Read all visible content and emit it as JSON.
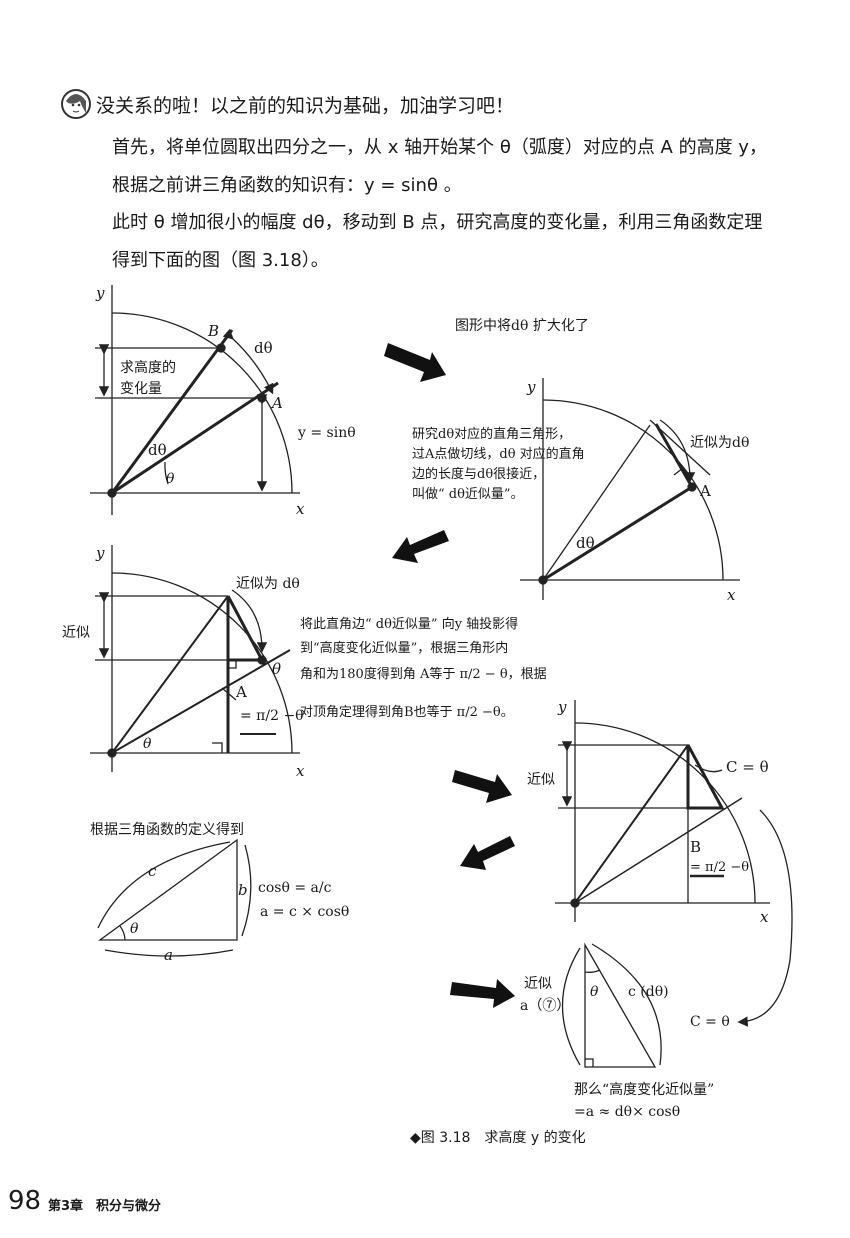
{
  "intro": {
    "speaker_line": "没关系的啦！以之前的知识为基础，加油学习吧！",
    "lines": [
      "首先，将单位圆取出四分之一，从 x 轴开始某个 θ（弧度）对应的点 A 的高度 y，",
      "根据之前讲三角函数的知识有：y = sinθ 。",
      "此时 θ 增加很小的幅度 dθ，移动到 B 点，研究高度的变化量，利用三角函数定理",
      "得到下面的图（图 3.18）。"
    ]
  },
  "fig1": {
    "y": "y",
    "x": "x",
    "B": "B",
    "A": "A",
    "dtheta": "dθ",
    "dtheta2": "dθ",
    "theta": "θ",
    "note1": "求高度的",
    "note2": "变化量",
    "ysin": "y = sinθ"
  },
  "fig2": {
    "title": "图形中将dθ 扩大化了",
    "y": "y",
    "x": "x",
    "A": "A",
    "approx": "近似为dθ",
    "dtheta": "dθ",
    "note": [
      "研究dθ对应的直角三角形，",
      "过A点做切线，dθ 对应的直角",
      "边的长度与dθ很接近，",
      "叫做“ dθ近似量”。"
    ]
  },
  "fig3": {
    "y": "y",
    "x": "x",
    "approx_label": "近似",
    "approx": "近似为 dθ",
    "theta": "θ",
    "theta2": "θ",
    "A": "A",
    "A_eq": "= π/2 −θ"
  },
  "fig3_note": [
    "将此直角边“ dθ近似量” 向y 轴投影得",
    "到“高度变化近似量”，根据三角形内",
    "角和为180度得到角 A等于 π/2 − θ，根据",
    "对顶角定理得到角B也等于 π/2 −θ。"
  ],
  "fig4": {
    "y": "y",
    "x": "x",
    "approx_label": "近似",
    "C": "C = θ",
    "B": "B",
    "B_eq": "= π/2 −θ"
  },
  "fig5": {
    "title": "根据三角函数的定义得到",
    "c": "c",
    "b": "b",
    "a": "a",
    "theta": "θ",
    "eq1": "cosθ = a/c",
    "eq2": "a = c × cosθ"
  },
  "fig6": {
    "approx": "近似",
    "a_label": "a（⑦）",
    "theta": "θ",
    "c_label": "c (dθ)",
    "C": "C = θ",
    "result1": "那么“高度变化近似量”",
    "result2": "=a ≈ dθ× cosθ"
  },
  "caption": "◆图 3.18　求高度 y 的变化",
  "footer": {
    "page": "98",
    "chapter": "第3章　积分与微分"
  }
}
